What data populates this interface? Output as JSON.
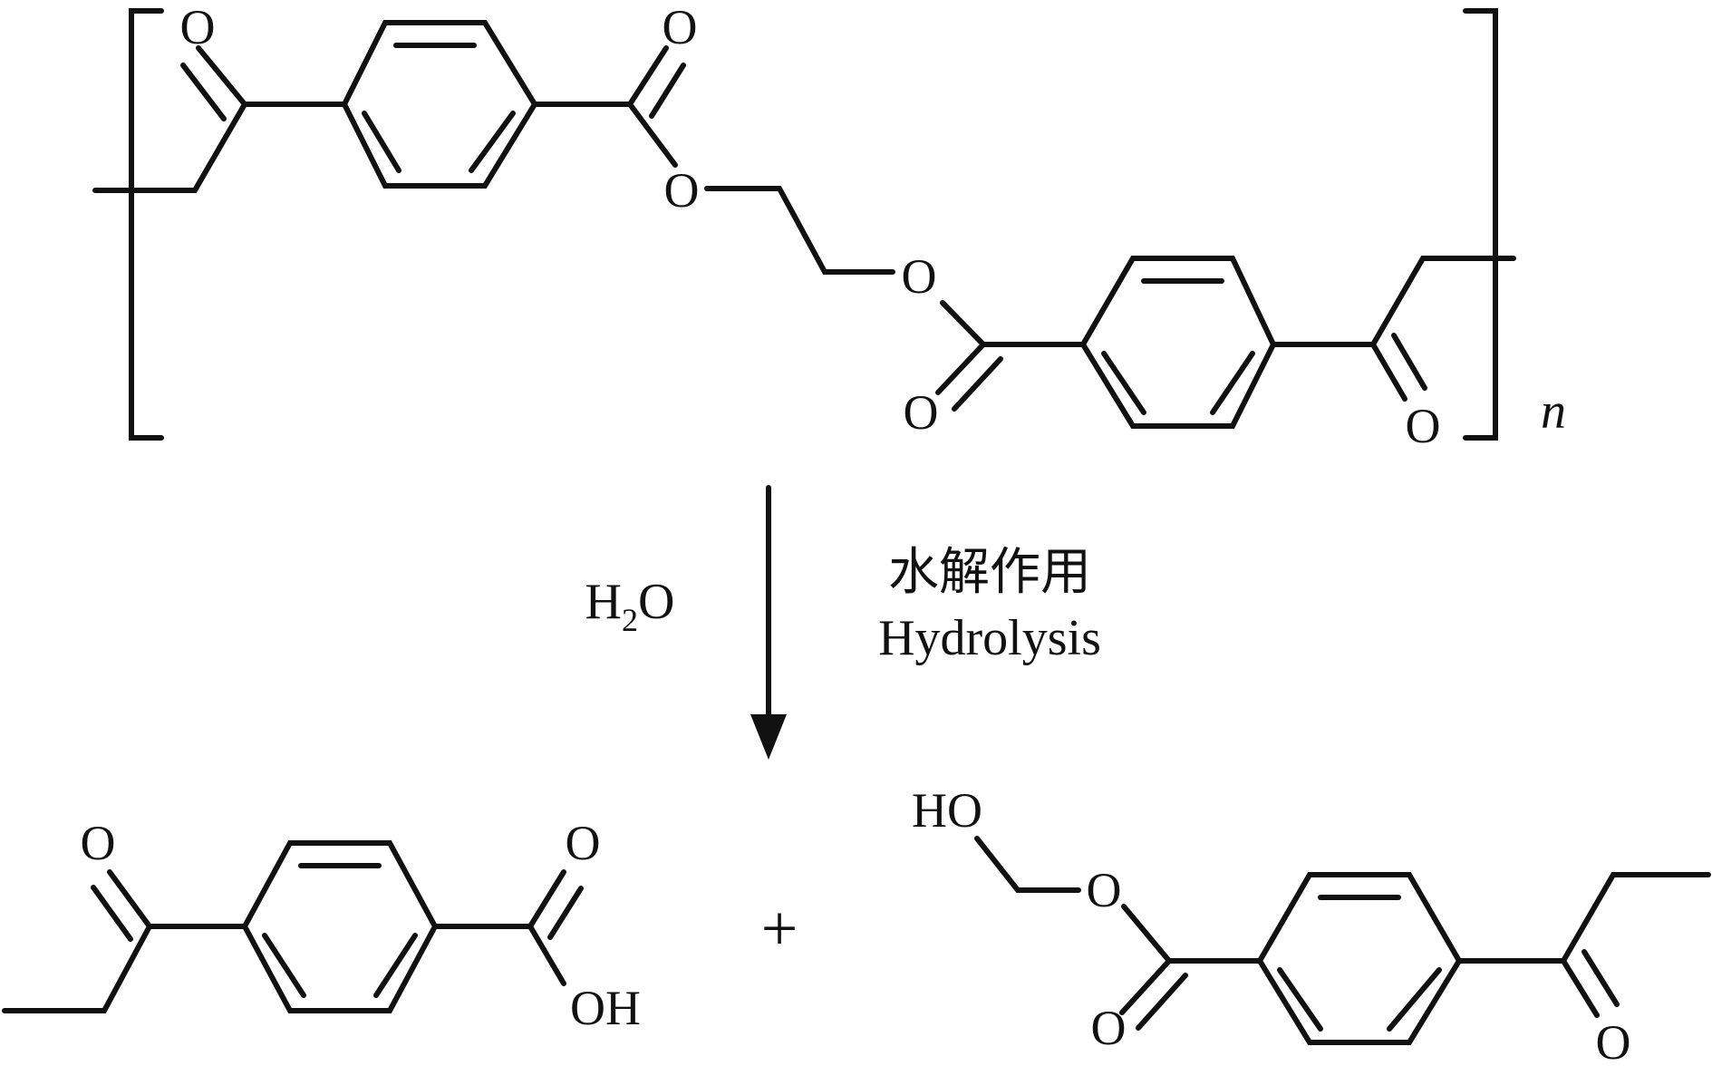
{
  "polymer": {
    "atoms": [
      "O",
      "O",
      "O",
      "O",
      "O",
      "O"
    ],
    "repeat_subscript": "n"
  },
  "reaction": {
    "reagent": "H",
    "reagent_subscript": "2",
    "reagent_tail": "O",
    "label_cn": "水解作用",
    "label_en": "Hydrolysis"
  },
  "products": {
    "product1_atoms": [
      "O",
      "O",
      "OH"
    ],
    "plus": "+",
    "product2_atoms": [
      "HO",
      "O",
      "O",
      "O"
    ]
  },
  "colors": {
    "ink": "#111111",
    "background": "#ffffff"
  }
}
